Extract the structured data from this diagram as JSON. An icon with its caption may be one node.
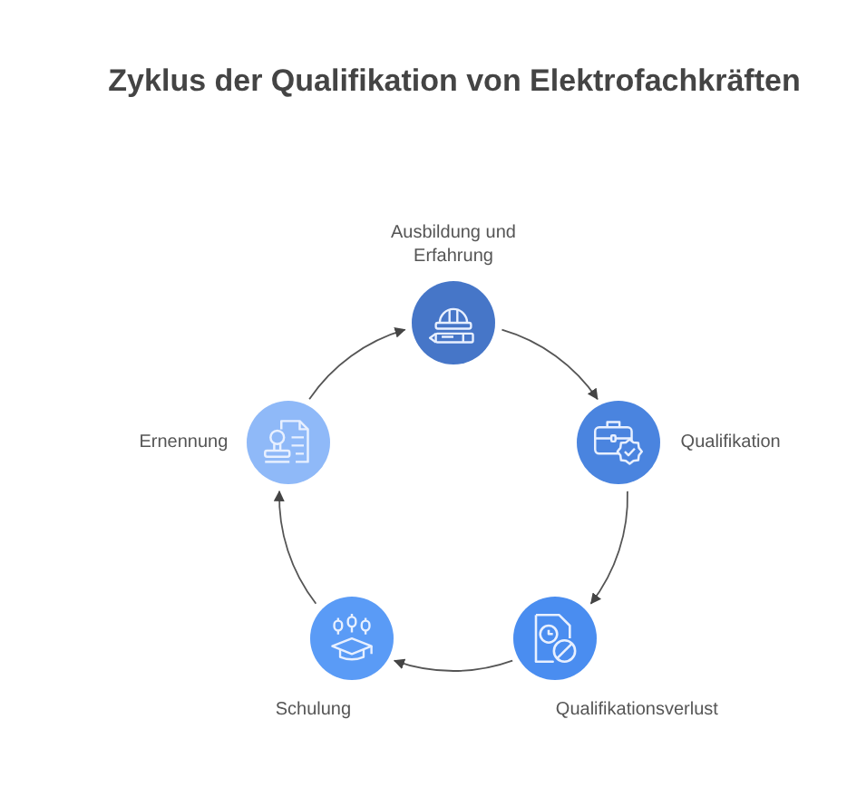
{
  "diagram": {
    "title": "Zyklus der Qualifikation von Elektrofachkräften",
    "nodes": [
      {
        "text": [
          "Ausbildung und Erfahrung"
        ]
      },
      {
        "text": [
          "Qualifikation"
        ]
      },
      {
        "text": [
          "Qualifikationsverlust"
        ]
      },
      {
        "text": [
          "Schulung"
        ]
      },
      {
        "text": [
          "Ernennung"
        ]
      }
    ],
    "edges": [
      {
        "from": 0,
        "to": 1,
        "arrow": "to"
      },
      {
        "from": 1,
        "to": 2,
        "arrow": "to"
      },
      {
        "from": 2,
        "to": 3,
        "arrow": "to"
      },
      {
        "from": 3,
        "to": 4,
        "arrow": "to"
      },
      {
        "from": 4,
        "to": 0,
        "arrow": "to"
      }
    ]
  }
}
